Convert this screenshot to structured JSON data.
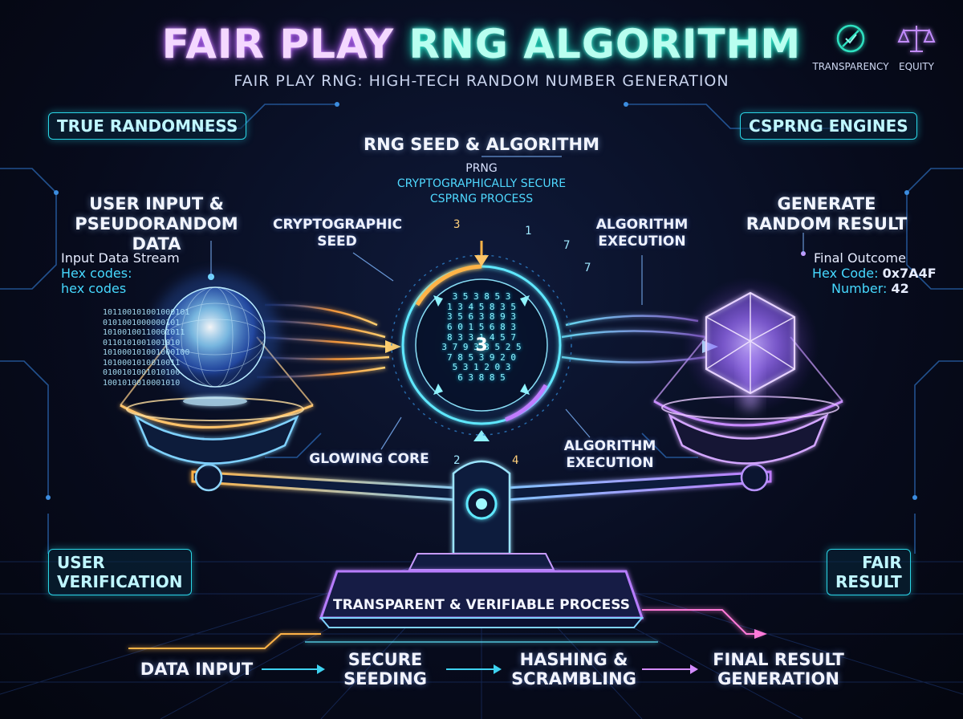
{
  "title_part1": "FAIR PLAY",
  "title_part2": "RNG ALGORITHM",
  "subtitle": "FAIR PLAY RNG: HIGH-TECH RANDOM NUMBER GENERATION",
  "badges": [
    {
      "label": "TRANSPARENCY",
      "icon": "shield-check-icon"
    },
    {
      "label": "EQUITY",
      "icon": "balance-scale-icon"
    }
  ],
  "pills": {
    "top_left": "TRUE RANDOMNESS",
    "top_right": "CSPRNG ENGINES",
    "bottom_left": "USER\nVERIFICATION",
    "bottom_right": "FAIR\nRESULT"
  },
  "center": {
    "heading": "RNG SEED & ALGORITHM",
    "line1": "PRNG",
    "line2": "CRYPTOGRAPHICALLY SECURE",
    "line3": "CSPRNG PROCESS"
  },
  "left_panel": {
    "heading": "USER INPUT &\nPSEUDORANDOM DATA",
    "caption": "Input Data Stream",
    "hex1": "Hex codes:",
    "hex2": "hex codes"
  },
  "right_panel": {
    "heading": "GENERATE\nRANDOM RESULT",
    "caption": "Final Outcome",
    "hex_label": "Hex Code: ",
    "hex_value": "0x7A4F",
    "number_label": "Number: ",
    "number_value": "42"
  },
  "labels": {
    "cryptographic_seed": "CRYPTOGRAPHIC\nSEED",
    "algorithm_execution_top": "ALGORITHM\nEXECUTION",
    "glowing_core": "GLOWING CORE",
    "algorithm_execution_bottom": "ALGORITHM\nEXECUTION"
  },
  "platform": "TRANSPARENT & VERIFIABLE PROCESS",
  "steps": [
    "DATA INPUT",
    "SECURE\nSEEDING",
    "HASHING &\nSCRAMBLING",
    "FINAL RESULT\nGENERATION"
  ],
  "core_digits": [
    "3 5 3 8 5 3",
    "1 3 4 5 8 3 5",
    "3 5 6 3 8 9 3",
    "6 0 1 5 6 8 3",
    "8 3 3 1 4 5 7",
    "3 7 9 3 3 5 2 5",
    "7 8 5 3 9 2 0",
    "5 3 1 2 0 3",
    "6 3 8 8 5"
  ],
  "core_center_digit": "3",
  "floating_digits": [
    "3",
    "7",
    "7",
    "2",
    "4",
    "1"
  ],
  "binary_stream": [
    "101100101001000101",
    "0101001000000101",
    "10100100110001011",
    "0110101001001010",
    "101000101001000100",
    "1010001010010011",
    "0100101001010100",
    "1001010010001010"
  ],
  "colors": {
    "cyan": "#2ad6e6",
    "purple": "#b45cff",
    "orange": "#ffb347",
    "highlight": "#46d9ff"
  }
}
